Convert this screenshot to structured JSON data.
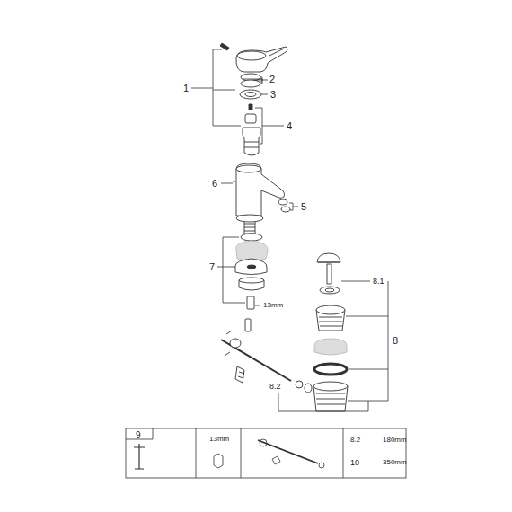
{
  "diagram": {
    "labels": [
      "1",
      "2",
      "3",
      "4",
      "6",
      "5",
      "7",
      "13mm",
      "8.1",
      "8",
      "8.2",
      "9",
      "13mm",
      "8.2",
      "180mm",
      "10",
      "350mm"
    ]
  }
}
